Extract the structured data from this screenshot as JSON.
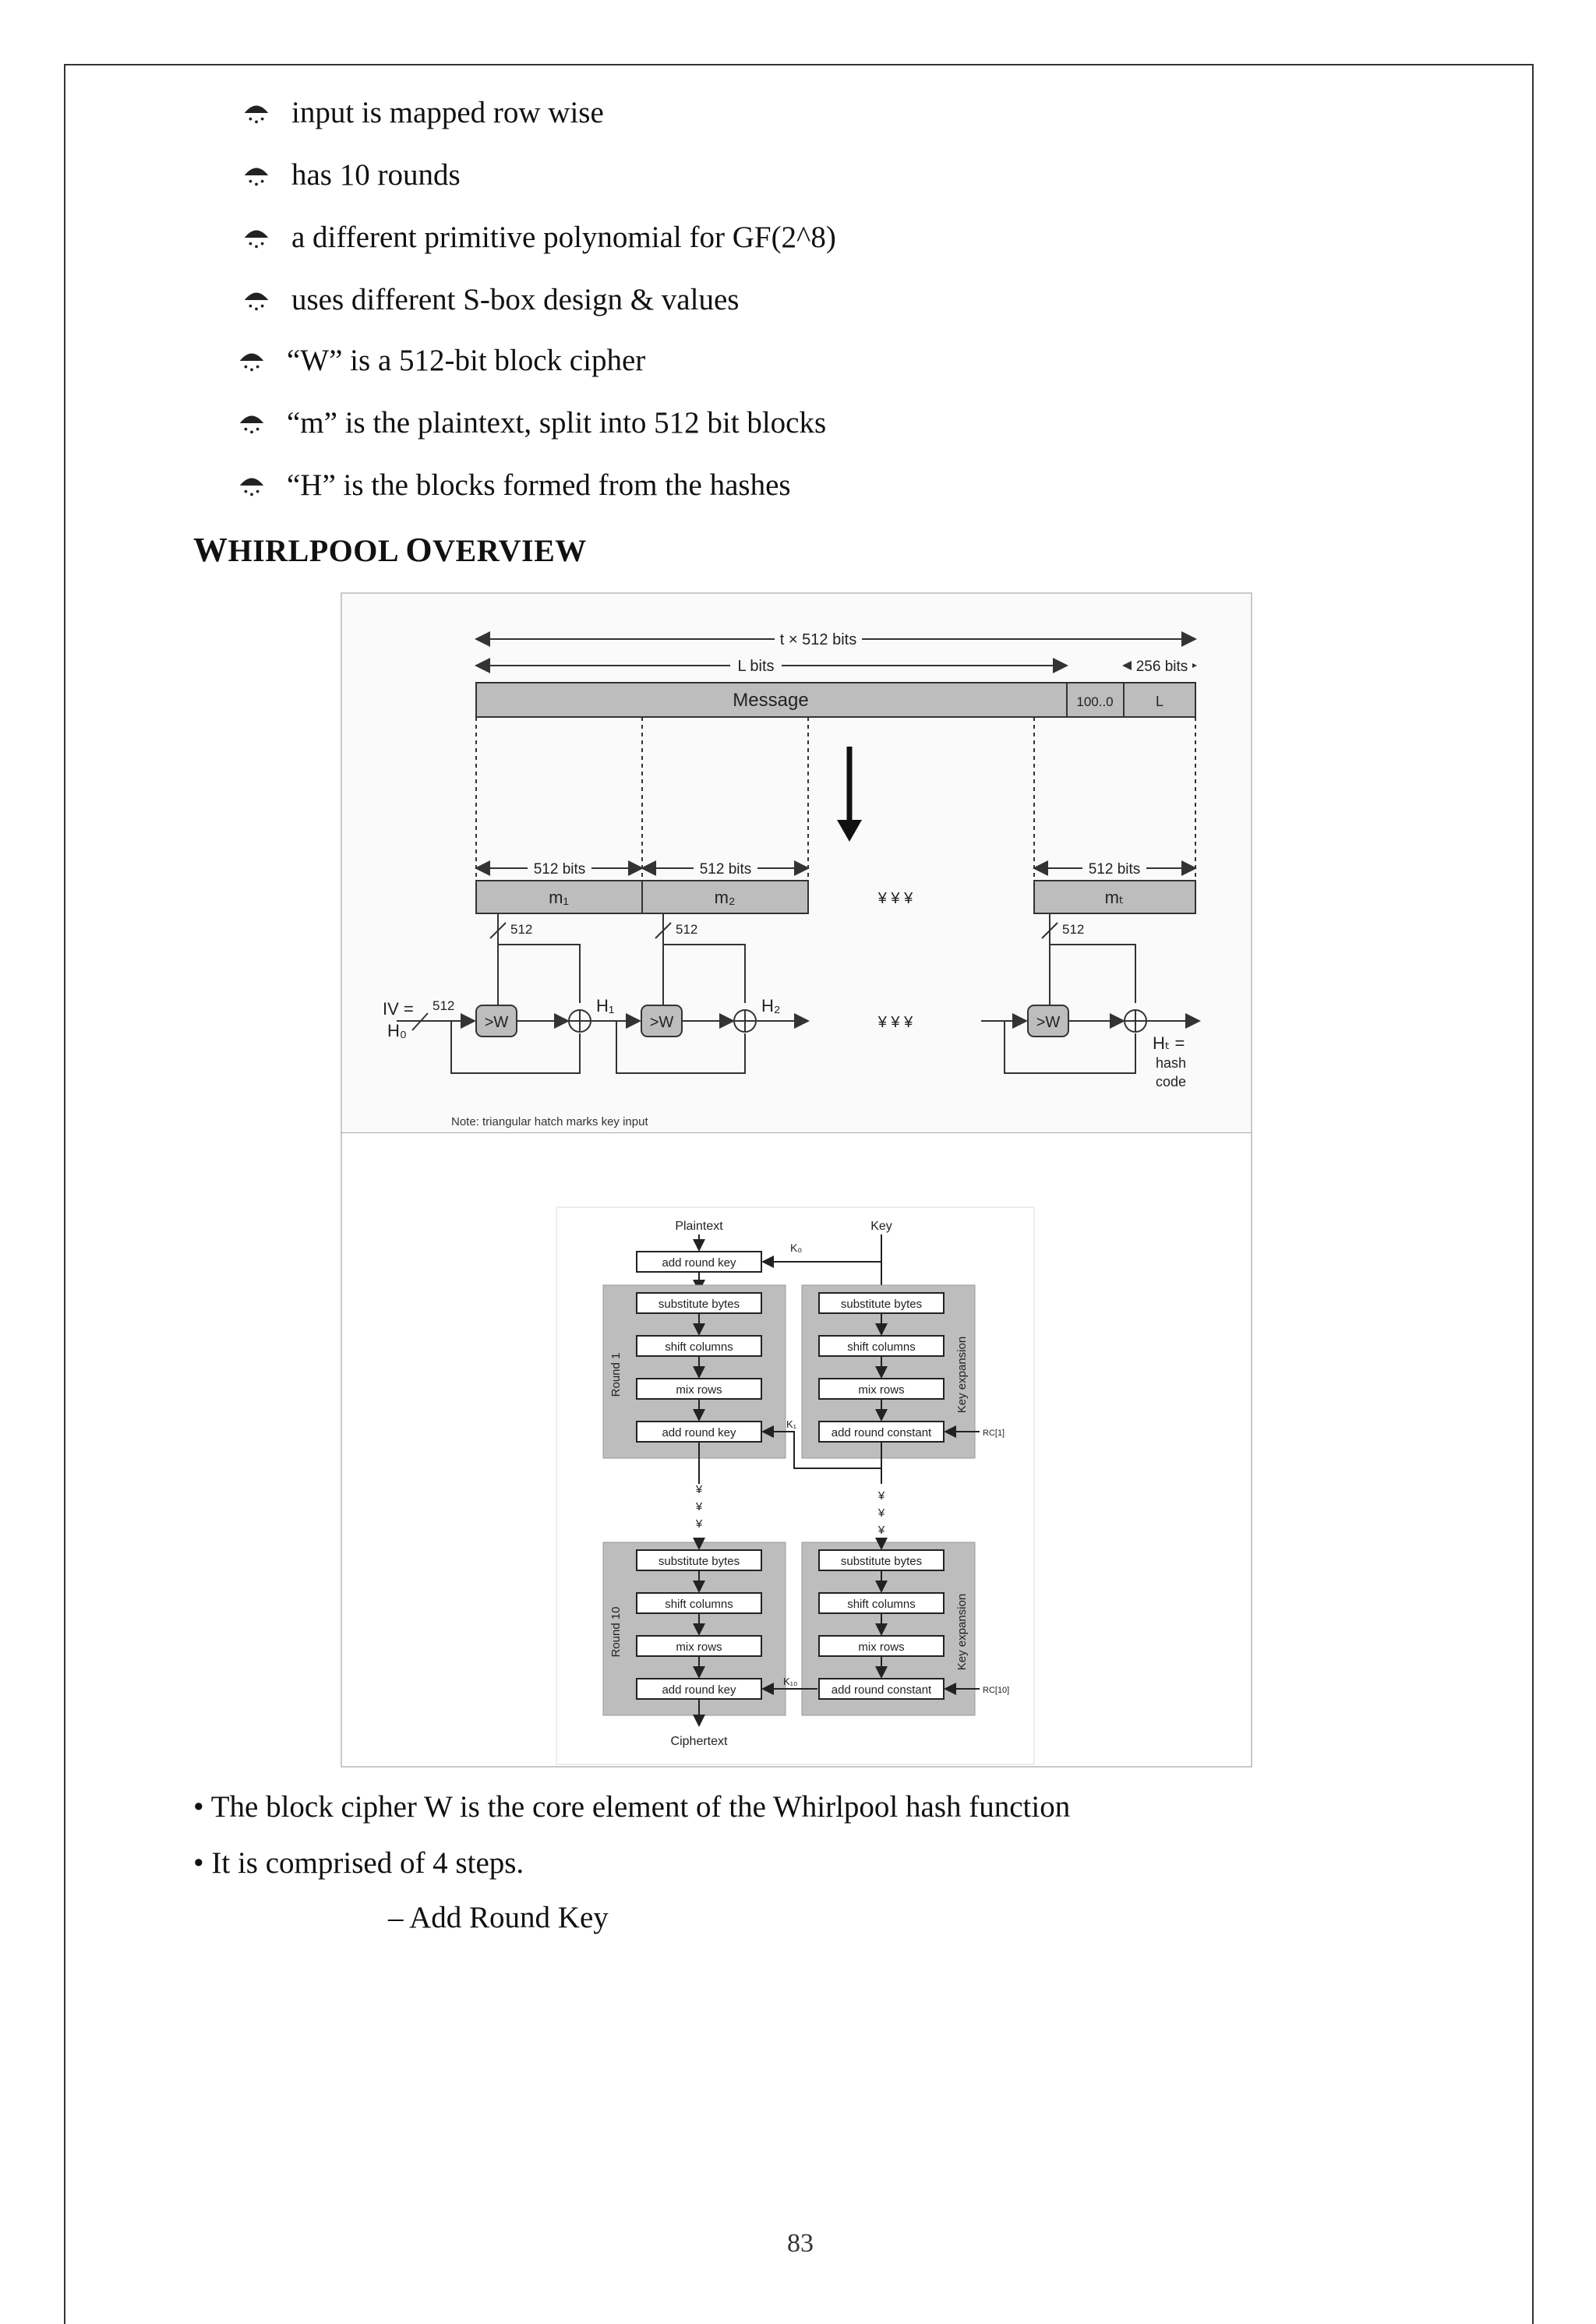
{
  "bullets": [
    "input is mapped row wise",
    "has 10 rounds",
    "a different primitive polynomial for GF(2^8)",
    "uses different S-box design & values",
    "“W” is a 512-bit block cipher",
    "“m” is the plaintext, split into 512 bit blocks",
    "“H” is the blocks formed from the hashes"
  ],
  "heading": {
    "first_cap": "W",
    "rest1": "HIRLPOOL ",
    "second_cap": "O",
    "rest2": "VERVIEW"
  },
  "diagram1": {
    "total_label": "t × 512 bits",
    "l_bits_label": "L bits",
    "bits256_label": "256 bits",
    "message_label": "Message",
    "padding_label": "100..0",
    "length_label": "L",
    "block_bits_label": "512 bits",
    "blocks": [
      "m₁",
      "m₂",
      "mₜ"
    ],
    "key_width": "512",
    "ellipsis": "¥ ¥ ¥",
    "iv_label": "IV =",
    "h0_label": "H₀",
    "w_label": ">W",
    "h1_label": "H₁",
    "h2_label": "H₂",
    "ht_label": "Hₜ =",
    "hash_label": "hash",
    "code_label": "code",
    "note": "Note: triangular hatch marks key input"
  },
  "diagram2": {
    "plaintext": "Plaintext",
    "key": "Key",
    "k0": "K₀",
    "k1": "K₁",
    "k10": "K₁₀",
    "add_round_key": "add round key",
    "substitute_bytes": "substitute bytes",
    "shift_columns": "shift columns",
    "mix_rows": "mix rows",
    "add_round_constant": "add round constant",
    "round1": "Round 1",
    "round10": "Round 10",
    "key_expansion": "Key expansion",
    "rc1": "RC[1]",
    "rc10": "RC[10]",
    "dots": "¥",
    "ciphertext": "Ciphertext"
  },
  "body": [
    "• The block cipher W is the core element of the Whirlpool hash function",
    "• It is comprised of 4 steps.",
    "– Add Round Key"
  ],
  "page_number": "83"
}
